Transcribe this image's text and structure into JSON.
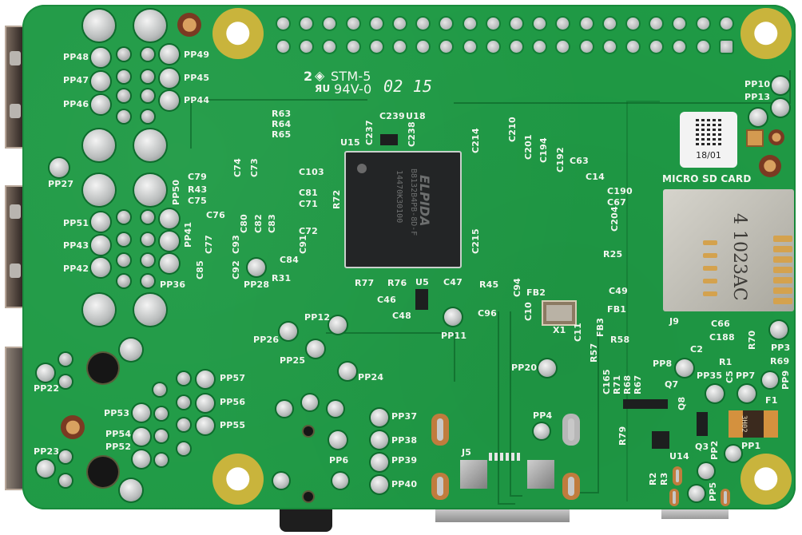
{
  "image": {
    "subject": "Raspberry Pi 2 Model B PCB (underside)",
    "board_color": "#1f9a45",
    "silkscreen_color": "#f2f6ef"
  },
  "markings": {
    "manufacturer_logo_prefix": "2",
    "manufacturer_code": "STM-5",
    "ul_rating": "94V-0",
    "date_code": "02 15",
    "sticker_code": "18/01",
    "micro_sd_label": "MICRO SD CARD",
    "sd_slot_code": "4 1023AC",
    "fuse_code": "3H02",
    "ram_brand": "ELPIDA",
    "ram_part": "B8132B4PB-8D-F",
    "ram_lot": "14470K30100"
  },
  "labels": {
    "pp48": "PP48",
    "pp49": "PP49",
    "pp47": "PP47",
    "pp45": "PP45",
    "pp46": "PP46",
    "pp44": "PP44",
    "pp27": "PP27",
    "pp50": "PP50",
    "pp51": "PP51",
    "pp43": "PP43",
    "pp42": "PP42",
    "pp41": "PP41",
    "pp36": "PP36",
    "pp28": "PP28",
    "pp22": "PP22",
    "pp23": "PP23",
    "pp53": "PP53",
    "pp54": "PP54",
    "pp52": "PP52",
    "pp57": "PP57",
    "pp56": "PP56",
    "pp55": "PP55",
    "pp26": "PP26",
    "pp12": "PP12",
    "pp25": "PP25",
    "pp24": "PP24",
    "pp6": "PP6",
    "pp37": "PP37",
    "pp38": "PP38",
    "pp39": "PP39",
    "pp40": "PP40",
    "pp11": "PP11",
    "pp20": "PP20",
    "pp4": "PP4",
    "pp10": "PP10",
    "pp13": "PP13",
    "pp3": "PP3",
    "pp9": "PP9",
    "pp8": "PP8",
    "pp35": "PP35",
    "pp7": "PP7",
    "pp1": "PP1",
    "pp2": "PP2",
    "pp5": "PP5",
    "r63": "R63",
    "r64": "R64",
    "r65": "R65",
    "r43": "R43",
    "r72": "R72",
    "r31": "R31",
    "r77": "R77",
    "r76": "R76",
    "r45": "R45",
    "r25": "R25",
    "r57": "R57",
    "r58": "R58",
    "r70": "R70",
    "r69": "R69",
    "r1": "R1",
    "r71": "R71",
    "r68": "R68",
    "r67": "R67",
    "r79": "R79",
    "r2": "R2",
    "r3": "R3",
    "c239": "C239",
    "c237": "C237",
    "c238": "C238",
    "c214": "C214",
    "c210": "C210",
    "c201": "C201",
    "c194": "C194",
    "c192": "C192",
    "c63": "C63",
    "c14": "C14",
    "c190": "C190",
    "c67": "C67",
    "c204": "C204",
    "c215": "C215",
    "c79": "C79",
    "c75": "C75",
    "c74": "C74",
    "c73": "C73",
    "c103": "C103",
    "c81": "C81",
    "c71": "C71",
    "c76": "C76",
    "c77": "C77",
    "c93": "C93",
    "c80": "C80",
    "c82": "C82",
    "c83": "C83",
    "c72": "C72",
    "c91": "C91",
    "c84": "C84",
    "c85": "C85",
    "c92": "C92",
    "c46": "C46",
    "c47": "C47",
    "c48": "C48",
    "c96": "C96",
    "c94": "C94",
    "c49": "C49",
    "c10": "C10",
    "c11": "C11",
    "c66": "C66",
    "c188": "C188",
    "c2": "C2",
    "c5": "C5",
    "c165": "C165",
    "u18": "U18",
    "u15": "U15",
    "u5": "U5",
    "u14": "U14",
    "fb1": "FB1",
    "fb2": "FB2",
    "fb3": "FB3",
    "x1": "X1",
    "j9": "J9",
    "j5": "J5",
    "f1": "F1",
    "q7": "Q7",
    "q8": "Q8",
    "q3": "Q3"
  },
  "gpio_header": {
    "rows": 2,
    "pins_per_row": 20,
    "pin1_square": true
  }
}
